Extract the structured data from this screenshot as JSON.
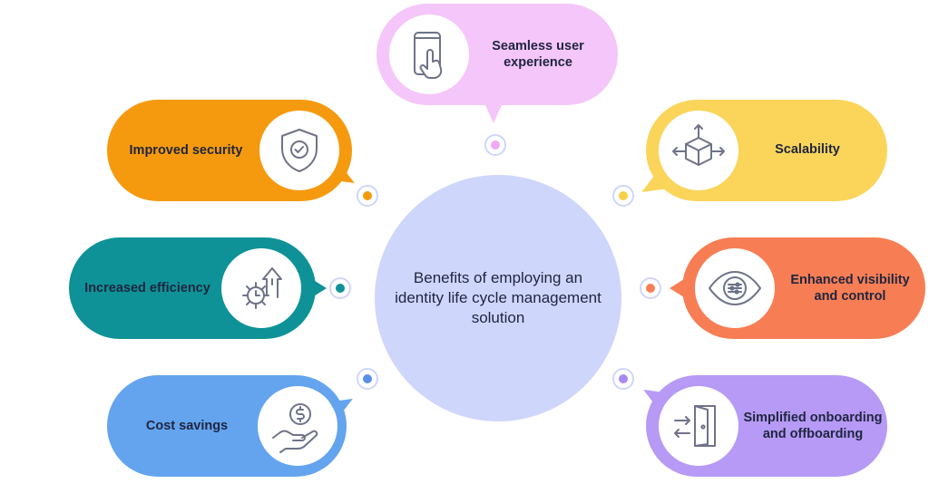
{
  "center": {
    "title": "Benefits of employing an identity life cycle management solution"
  },
  "benefits": [
    {
      "label": "Seamless user experience",
      "color": "#f5c6f9",
      "dot": "#f0a9f5",
      "icon": "touch-phone-icon"
    },
    {
      "label": "Improved security",
      "color": "#f59a0f",
      "dot": "#f59a0f",
      "icon": "shield-check-icon"
    },
    {
      "label": "Scalability",
      "color": "#fad55a",
      "dot": "#f8cf4a",
      "icon": "cube-arrows-icon"
    },
    {
      "label": "Increased efficiency",
      "color": "#0e9297",
      "dot": "#0e9297",
      "icon": "gear-clock-arrow-icon"
    },
    {
      "label": "Enhanced visibility and control",
      "color": "#f77e54",
      "dot": "#f77e54",
      "icon": "eye-sliders-icon"
    },
    {
      "label": "Cost savings",
      "color": "#64a4ee",
      "dot": "#5a8fe8",
      "icon": "hand-coin-icon"
    },
    {
      "label": "Simplified onboarding and offboarding",
      "color": "#b69af5",
      "dot": "#a98aef",
      "icon": "door-arrows-icon"
    }
  ]
}
